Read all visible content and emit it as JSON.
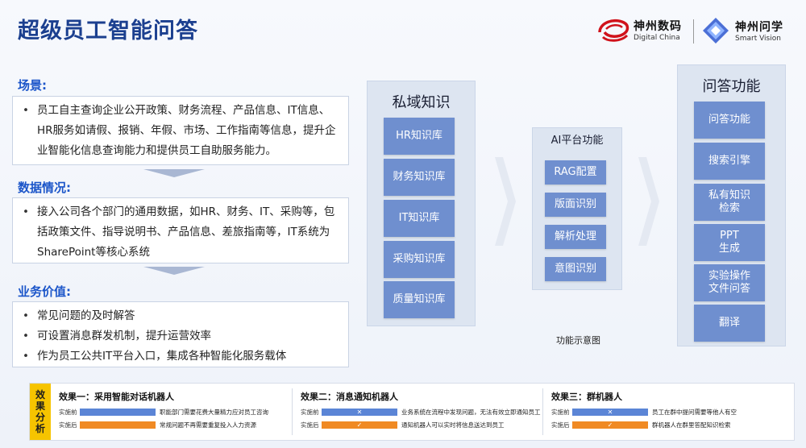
{
  "title": "超级员工智能问答",
  "logos": {
    "digital_china_cn": "神州数码",
    "digital_china_en": "Digital China",
    "smart_vision_cn": "神州问学",
    "smart_vision_en": "Smart Vision"
  },
  "sections": {
    "scene": {
      "title": "场景:",
      "items": [
        "员工自主查询企业公开政策、财务流程、产品信息、IT信息、HR服务如请假、报销、年假、市场、工作指南等信息，提升企业智能化信息查询能力和提供员工自助服务能力。"
      ]
    },
    "data": {
      "title": "数据情况:",
      "items": [
        "接入公司各个部门的通用数据，如HR、财务、IT、采购等，包括政策文件、指导说明书、产品信息、差旅指南等，IT系统为SharePoint等核心系统"
      ]
    },
    "value": {
      "title": "业务价值:",
      "items": [
        "常见问题的及时解答",
        "可设置消息群发机制，提升运营效率",
        "作为员工公共IT平台入口，集成各种智能化服务载体"
      ]
    }
  },
  "diagram": {
    "private_knowledge": {
      "title": "私域知识",
      "items": [
        "HR知识库",
        "财务知识库",
        "IT知识库",
        "采购知识库",
        "质量知识库"
      ]
    },
    "ai_platform": {
      "title": "AI平台功能",
      "items": [
        "RAG配置",
        "版面识别",
        "解析处理",
        "意图识别"
      ]
    },
    "qa_functions": {
      "title": "问答功能",
      "items": [
        "问答功能",
        "搜索引擎",
        "私有知识\n检索",
        "PPT\n生成",
        "实验操作\n文件问答",
        "翻译"
      ]
    },
    "caption": "功能示意图"
  },
  "effects": {
    "label": "效果分析",
    "columns": [
      {
        "title": "效果一：采用智能对话机器人",
        "before_label": "实施前",
        "before_text": "职能部门需要花费大量精力应对员工咨询",
        "after_label": "实施后",
        "after_text": "常规问题不再需要重复投入人力资源"
      },
      {
        "title": "效果二：消息通知机器人",
        "before_label": "实施前",
        "before_text": "业务系统在流程中发现问题，无法有效立即通知员工",
        "after_label": "实施后",
        "after_text": "通知机器人可以实时将信息送达到员工"
      },
      {
        "title": "效果三：群机器人",
        "before_label": "实施前",
        "before_text": "员工在群中提问需要等他人有空",
        "after_label": "实施后",
        "after_text": "群机器人在群里答配知识检索"
      }
    ]
  },
  "colors": {
    "title": "#1b3f8f",
    "section_title": "#1b55c9",
    "panel_button": "#6f8fcf",
    "effects_label": "#f6c400",
    "bar_before": "#5b85d6",
    "bar_after": "#f08a24"
  }
}
